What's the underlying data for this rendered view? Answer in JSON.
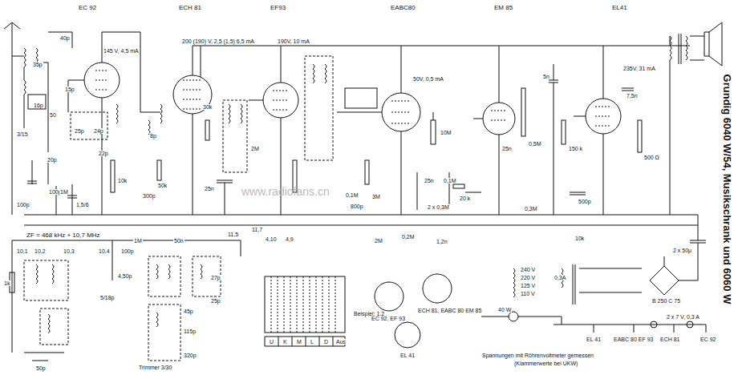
{
  "diagram": {
    "title": "Grundig 6040 W/54, Musikschrank und 6060 W",
    "labels": [
      "EC 92",
      "ECH 81",
      "EF93",
      "EABC80",
      "EM 85",
      "EL41",
      "145 V, 4,5 mA",
      "200 (190) V, 2,5 (1,5) 6,5 mA",
      "190V, 10 mA",
      "50V, 0,5 mA",
      "235V, 31 mA",
      "40p",
      "35p",
      "15p",
      "24p",
      "25p",
      "22p",
      "16p",
      "50",
      "3/15",
      "20p",
      "100p",
      "100p",
      "1,5/6",
      "10k",
      "1M",
      "300p",
      "ZF = 468 kHz + 10,7 MHz",
      "8p",
      "30k",
      "2M",
      "50k",
      "25n",
      "1M",
      "50n",
      "11,5",
      "2M",
      "10M",
      "0,1M",
      "800p",
      "3M",
      "25n",
      "0,1M",
      "20 k",
      "2 x 0,3M",
      "5n",
      "7,5n",
      "25n",
      "0,5M",
      "150 k",
      "500p",
      "500 Ω",
      "0,3M",
      "10k",
      "2 x 50µ",
      "B 250 C 75",
      "240 V",
      "220 V",
      "125 V",
      "110 V",
      "0,3A",
      "40 W",
      "EL 41",
      "EABC 80 EF 93",
      "ECH 81",
      "EC 92",
      "2 x 7 V, 0,3 A",
      "Spannungen mit Röhrenvoltmeter gemessen",
      "(Klammerwerte bei UKW)",
      "Trimmer 3/30",
      "U",
      "K",
      "M",
      "L",
      "D",
      "Aus",
      "Beispiel: 1,2",
      "EC 92, EF 93",
      "ECH 81, EABC 80 EM 85",
      "EL 41",
      "10,1",
      "10,2",
      "10,3",
      "10,4",
      "100p",
      "5/18p",
      "4,50p",
      "50p",
      "1k",
      "1,2n",
      "0,2M",
      "www.radiofans.cn",
      "4,10",
      "4,9",
      "11,7",
      "115p",
      "320p",
      "45p",
      "27p",
      "25p"
    ]
  }
}
